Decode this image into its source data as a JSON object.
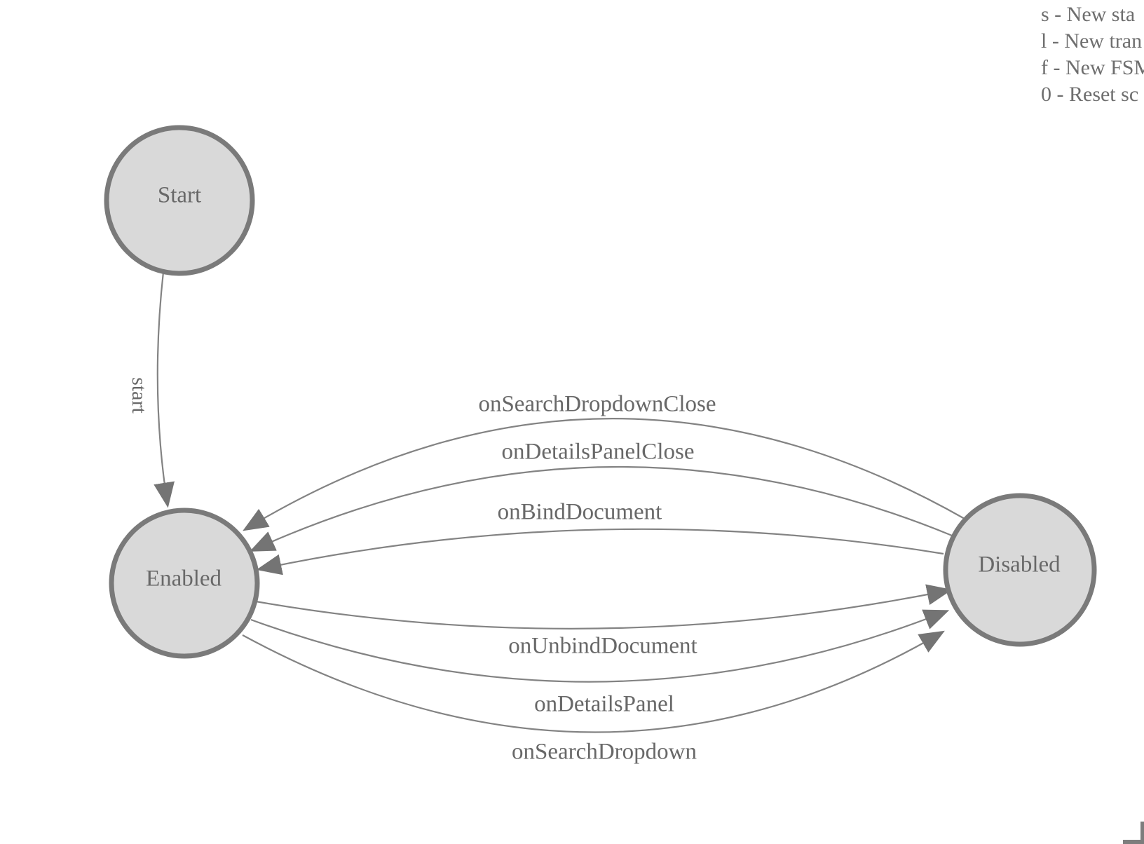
{
  "diagram": {
    "states": [
      {
        "id": "Start",
        "label": "Start"
      },
      {
        "id": "Enabled",
        "label": "Enabled"
      },
      {
        "id": "Disabled",
        "label": "Disabled"
      }
    ],
    "transitions": [
      {
        "label": "start",
        "from": "Start",
        "to": "Enabled"
      },
      {
        "label": "onSearchDropdownClose",
        "from": "Disabled",
        "to": "Enabled"
      },
      {
        "label": "onDetailsPanelClose",
        "from": "Disabled",
        "to": "Enabled"
      },
      {
        "label": "onBindDocument",
        "from": "Disabled",
        "to": "Enabled"
      },
      {
        "label": "onUnbindDocument",
        "from": "Enabled",
        "to": "Disabled"
      },
      {
        "label": "onDetailsPanel",
        "from": "Enabled",
        "to": "Disabled"
      },
      {
        "label": "onSearchDropdown",
        "from": "Enabled",
        "to": "Disabled"
      }
    ]
  },
  "legend": {
    "lines": [
      "s - New sta",
      "l - New tran",
      "f - New FSM",
      "0 - Reset sc"
    ]
  },
  "colors": {
    "background": "#ffffff",
    "node_fill": "#d9d9d9",
    "node_stroke": "#7a7a7a",
    "edge_line": "#838383",
    "arrowhead": "#747474",
    "label_text": "#686868",
    "legend_text": "#6e6e6e",
    "corner_mark": "#7d7d7d"
  }
}
